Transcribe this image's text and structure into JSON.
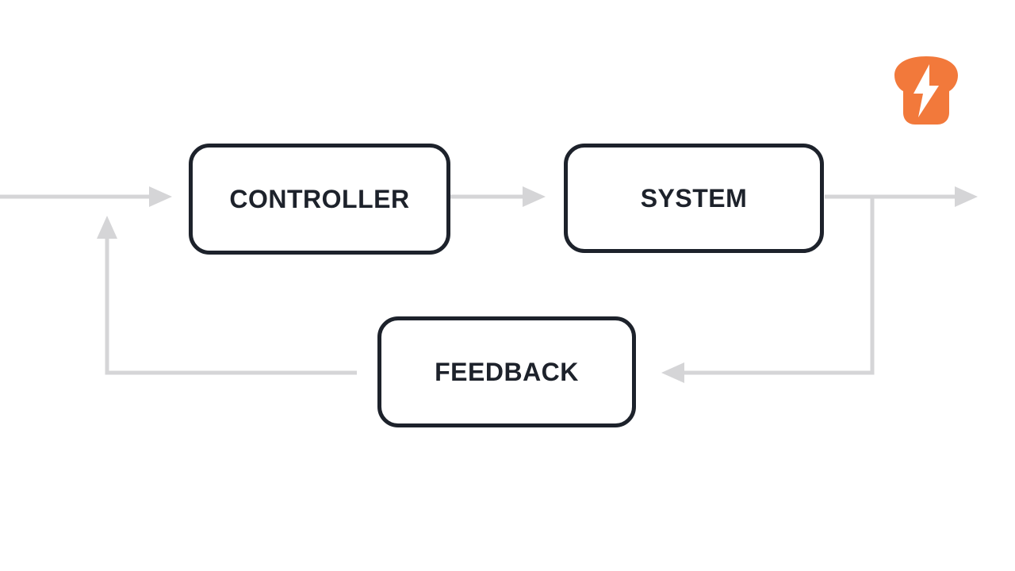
{
  "diagram": {
    "title": "control-loop-block-diagram",
    "nodes": [
      {
        "id": "controller",
        "label": "CONTROLLER"
      },
      {
        "id": "system",
        "label": "SYSTEM"
      },
      {
        "id": "feedback",
        "label": "FEEDBACK"
      }
    ],
    "edges": [
      {
        "from": "input",
        "to": "controller",
        "direction": "right"
      },
      {
        "from": "controller",
        "to": "system",
        "direction": "right"
      },
      {
        "from": "system",
        "to": "output",
        "direction": "right"
      },
      {
        "from": "system-output-branch",
        "to": "feedback",
        "direction": "down-then-left"
      },
      {
        "from": "feedback",
        "to": "input-junction",
        "direction": "left-then-up"
      }
    ],
    "logo": "toast-lightning-icon"
  },
  "colors": {
    "background": "#ffffff",
    "node_border": "#1d222b",
    "node_text": "#1d222b",
    "arrow": "#d5d5d7",
    "logo_orange": "#f2793b",
    "logo_bolt": "#ffffff"
  }
}
